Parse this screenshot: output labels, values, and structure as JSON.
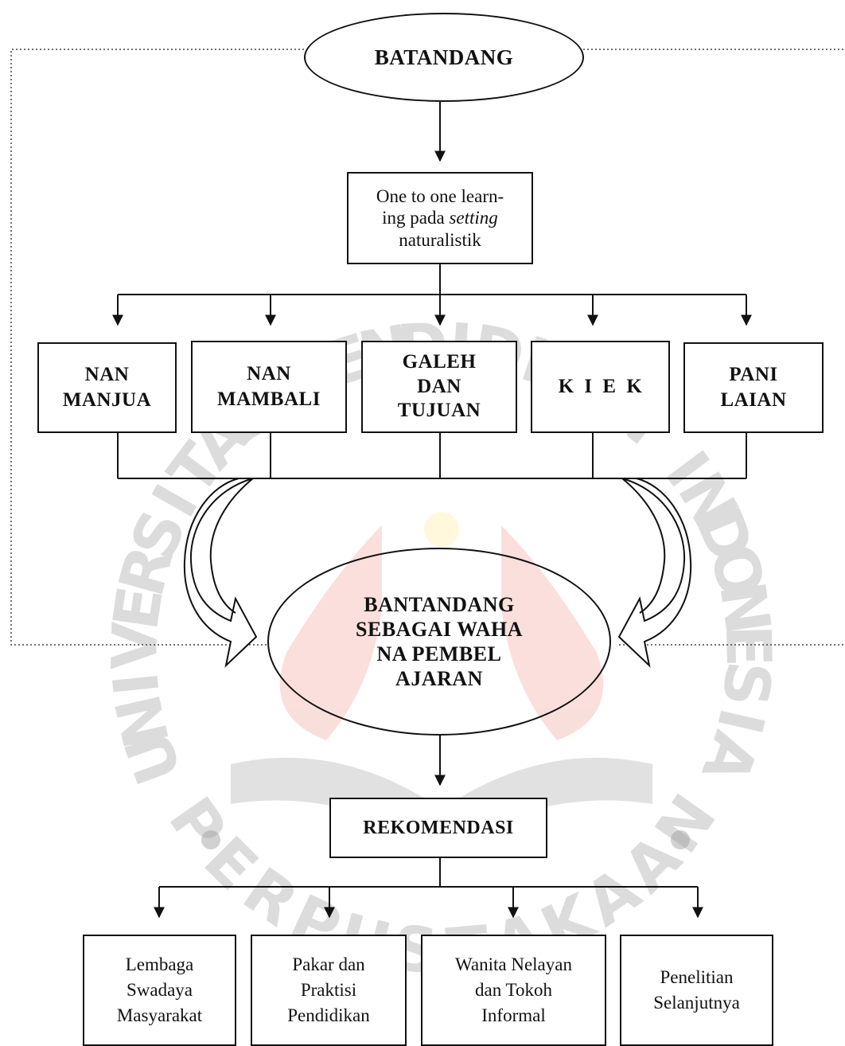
{
  "diagram": {
    "top_node": "BATANDANG",
    "method_box": {
      "line1": "One to one learn-",
      "line2_a": "ing pada ",
      "line2_em": "setting",
      "line3": "naturalistik"
    },
    "components": [
      {
        "text": "NAN\nMANJUA"
      },
      {
        "text": "NAN\nMAMBALI"
      },
      {
        "text": "GALEH\nDAN\nTUJUAN"
      },
      {
        "text": "K I E K"
      },
      {
        "text": "PANI\nLAIAN"
      }
    ],
    "center_node": "BANTANDANG\nSEBAGAI WAHA\nNA PEMBEL\nAJARAN",
    "recommendation": "REKOMENDASI",
    "targets": [
      {
        "text": "Lembaga\nSwadaya\nMasyarakat"
      },
      {
        "text": "Pakar dan\nPraktisi\nPendidikan"
      },
      {
        "text": "Wanita Nelayan\ndan Tokoh\nInformal"
      },
      {
        "text": "Penelitian\nSelanjutnya"
      }
    ]
  },
  "watermark": {
    "text": "UNIVERSITAS PENDIDIKAN INDONESIA",
    "bottom_text": "PERPUSTAKAAN"
  },
  "colors": {
    "ink": "#111111",
    "watermark_red": "#f3b9b3",
    "watermark_yellow": "#fff1b5",
    "watermark_grey": "#bdbdbd"
  }
}
